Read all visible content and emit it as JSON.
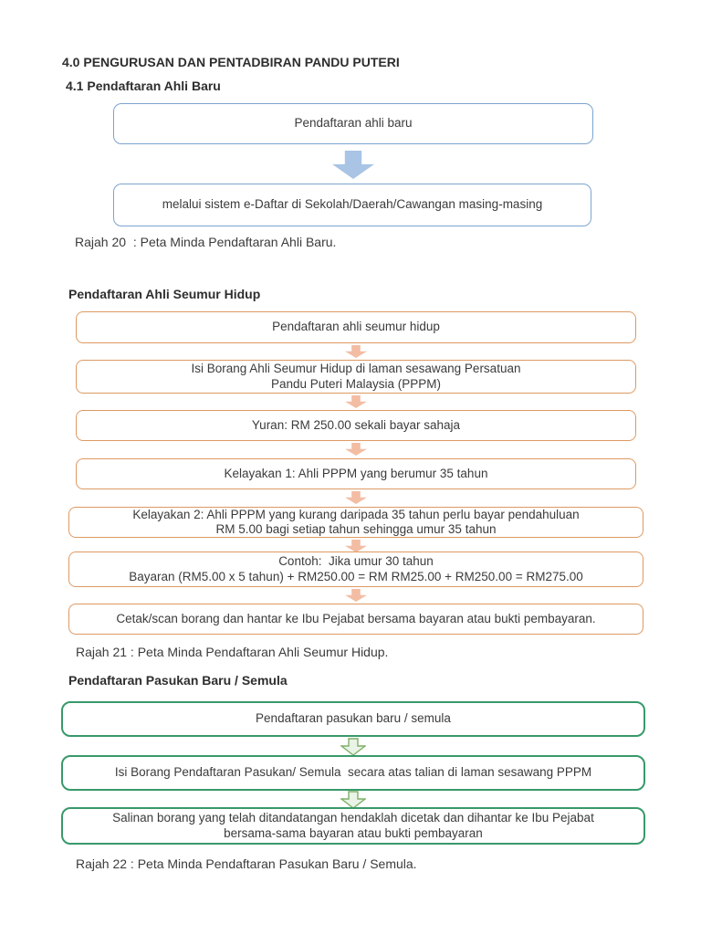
{
  "page": {
    "background": "#ffffff",
    "text_color": "#3b3b3b"
  },
  "headings": {
    "h1": "4.0 PENGURUSAN DAN PENTADBIRAN PANDU PUTERI",
    "h2": "4.1 Pendaftaran Ahli Baru",
    "h3": "Pendaftaran Ahli Seumur Hidup",
    "h4": "Pendaftaran Pasukan Baru / Semula"
  },
  "diagram_ahli_baru": {
    "border_color": "#7da4d0",
    "arrow_color": "#a9c4e4",
    "boxes": [
      {
        "lines": [
          "Pendaftaran ahli baru"
        ]
      },
      {
        "lines": [
          "melalui sistem e-Daftar di Sekolah/Daerah/Cawangan masing-masing"
        ]
      }
    ],
    "caption": "Rajah 20  : Peta Minda Pendaftaran Ahli Baru."
  },
  "diagram_seumur_hidup": {
    "border_color": "#dd9a63",
    "arrow_color": "#f3bda4",
    "boxes": [
      {
        "lines": [
          "Pendaftaran ahli seumur hidup"
        ]
      },
      {
        "lines": [
          "Isi Borang Ahli Seumur Hidup di laman sesawang Persatuan",
          "Pandu Puteri Malaysia (PPPM)"
        ]
      },
      {
        "lines": [
          "Yuran: RM 250.00 sekali bayar sahaja"
        ]
      },
      {
        "lines": [
          "Kelayakan 1: Ahli PPPM yang berumur 35 tahun"
        ]
      },
      {
        "lines": [
          "Kelayakan 2: Ahli PPPM yang kurang daripada 35 tahun perlu bayar pendahuluan",
          "RM 5.00 bagi setiap tahun sehingga umur 35 tahun"
        ]
      },
      {
        "lines": [
          "Contoh:  Jika umur 30 tahun",
          "Bayaran (RM5.00 x 5 tahun) + RM250.00 = RM RM25.00 + RM250.00 = RM275.00"
        ]
      },
      {
        "lines": [
          "Cetak/scan borang dan hantar ke Ibu Pejabat bersama bayaran atau bukti pembayaran."
        ]
      }
    ],
    "caption": "Rajah 21 : Peta Minda Pendaftaran Ahli Seumur Hidup."
  },
  "diagram_pasukan": {
    "border_color": "#38996a",
    "arrow_fill": "#e9f3e6",
    "arrow_border": "#7fb069",
    "boxes": [
      {
        "lines": [
          "Pendaftaran pasukan baru / semula"
        ]
      },
      {
        "lines": [
          "Isi Borang Pendaftaran Pasukan/ Semula  secara atas talian di laman sesawang PPPM"
        ]
      },
      {
        "lines": [
          "Salinan borang yang telah ditandatangan hendaklah dicetak dan dihantar ke Ibu Pejabat",
          "bersama-sama bayaran atau bukti pembayaran"
        ]
      }
    ],
    "caption": "Rajah 22 : Peta Minda Pendaftaran Pasukan Baru / Semula."
  }
}
